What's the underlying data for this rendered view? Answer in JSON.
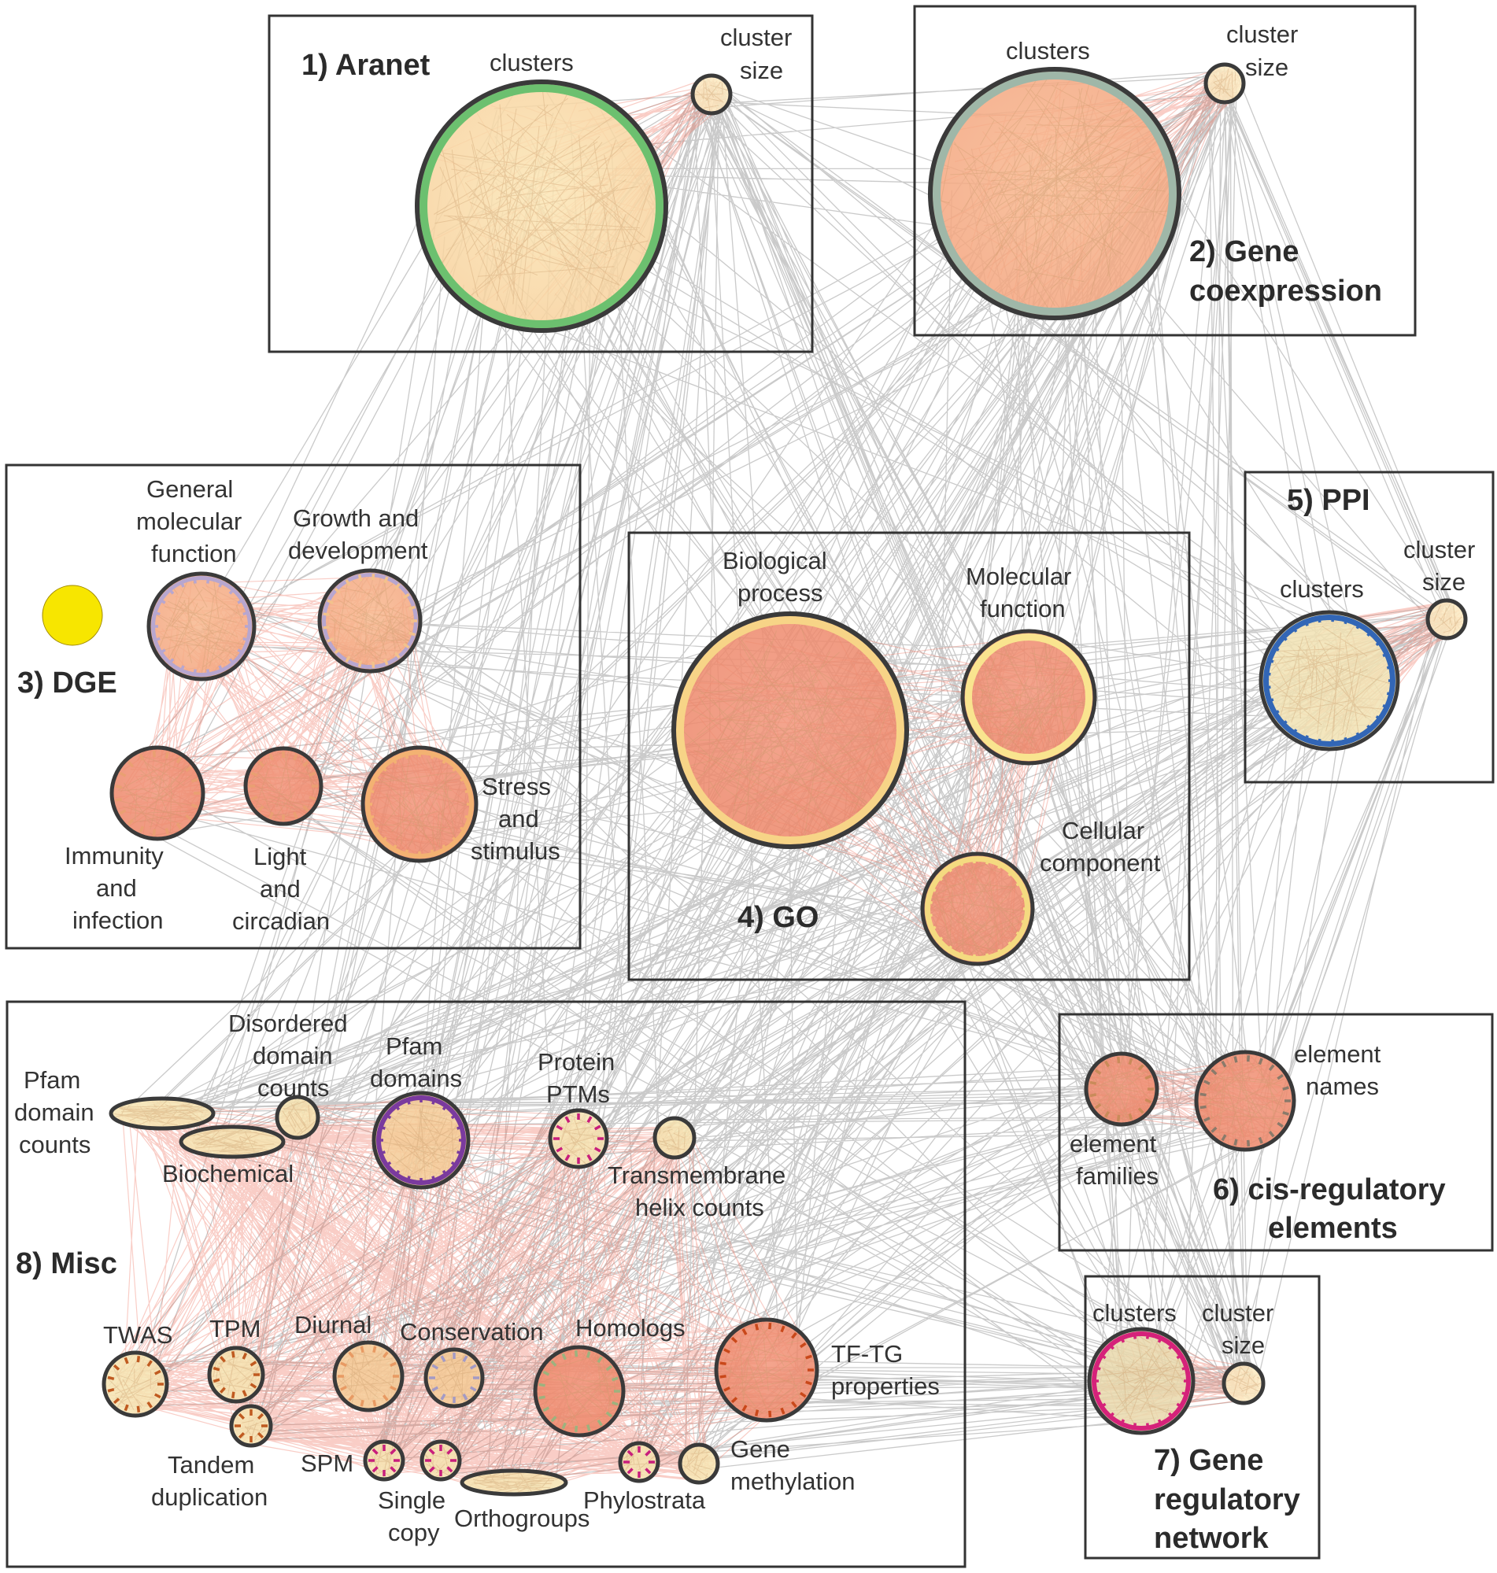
{
  "colors": {
    "gray_edge": "#8a8a8a",
    "red_edge": "#ef6f5c",
    "node_ring": "#3a3a3a",
    "node_fill": "#f6c99a",
    "yellow_node": "#f7e600"
  },
  "groups": {
    "aranet": {
      "title": "1) Aranet",
      "clusters": "clusters",
      "cluster_size": [
        "cluster",
        "size"
      ]
    },
    "coexpression": {
      "title": [
        "2) Gene",
        "coexpression"
      ],
      "clusters": "clusters",
      "cluster_size": [
        "cluster",
        "size"
      ]
    },
    "dge": {
      "title": "3) DGE",
      "general": [
        "General",
        "molecular",
        "function"
      ],
      "growth": [
        "Growth and",
        "development"
      ],
      "stress": [
        "Stress",
        "and",
        "stimulus"
      ],
      "immunity": [
        "Immunity",
        "and",
        "infection"
      ],
      "light": [
        "Light",
        "and",
        "circadian"
      ]
    },
    "go": {
      "title": "4) GO",
      "biological": [
        "Biological",
        "process"
      ],
      "molecular": [
        "Molecular",
        "function"
      ],
      "cellular": [
        "Cellular",
        "component"
      ]
    },
    "ppi": {
      "title": "5) PPI",
      "clusters": "clusters",
      "cluster_size": [
        "cluster",
        "size"
      ]
    },
    "cis": {
      "title": [
        "6) cis-regulatory",
        "elements"
      ],
      "element_names": [
        "element",
        "names"
      ],
      "element_families": [
        "element",
        "families"
      ]
    },
    "grn": {
      "title": [
        "7) Gene",
        "regulatory",
        "network"
      ],
      "clusters": "clusters",
      "cluster_size": [
        "cluster",
        "size"
      ]
    },
    "misc": {
      "title": "8) Misc",
      "pfam_domain_counts": [
        "Pfam",
        "domain",
        "counts"
      ],
      "disordered": [
        "Disordered",
        "domain",
        "counts"
      ],
      "pfam_domains": [
        "Pfam",
        "domains"
      ],
      "protein_ptms": [
        "Protein",
        "PTMs"
      ],
      "biochemical": "Biochemical",
      "transmembrane": [
        "Transmembrane",
        "helix counts"
      ],
      "twas": "TWAS",
      "tpm": "TPM",
      "diurnal": "Diurnal",
      "conservation": "Conservation",
      "homologs": "Homologs",
      "tf_tg": [
        "TF-TG",
        "properties"
      ],
      "tandem": [
        "Tandem",
        "duplication"
      ],
      "spm": "SPM",
      "single_copy": [
        "Single",
        "copy"
      ],
      "orthogroups": "Orthogroups",
      "phylostrata": "Phylostrata",
      "gene_methylation": [
        "Gene",
        "methylation"
      ]
    }
  }
}
